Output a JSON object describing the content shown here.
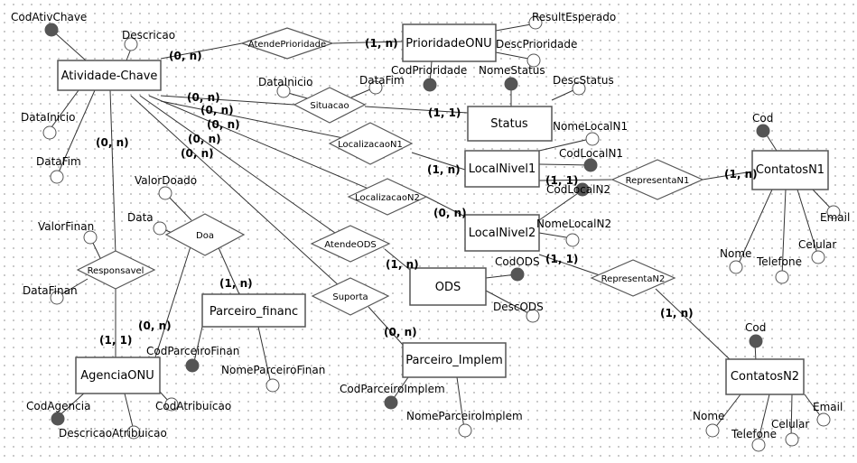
{
  "entities": {
    "atividade": "Atividade-Chave",
    "prioridade": "PrioridadeONU",
    "status": "Status",
    "localnivel1": "LocalNivel1",
    "localnivel2": "LocalNivel2",
    "contatosn1": "ContatosN1",
    "contatosn2": "ContatosN2",
    "ods": "ODS",
    "parceiro_financ": "Parceiro_financ",
    "parceiro_implem": "Parceiro_Implem",
    "agenciaonu": "AgenciaONU"
  },
  "relationships": {
    "atende_prioridade": "AtendePrioridade",
    "situacao": "Situacao",
    "localizacao_n1": "LocalizacaoN1",
    "localizacao_n2": "LocalizacaoN2",
    "atende_ods": "AtendeODS",
    "suporta": "Suporta",
    "doa": "Doa",
    "responsavel": "Responsavel",
    "representa_n1": "RepresentaN1",
    "representa_n2": "RepresentaN2"
  },
  "attributes": {
    "cod_ativ_chave": "CodAtivChave",
    "descricao": "Descricao",
    "data_inicio_ativ": "DataInicio",
    "data_fim_ativ": "DataFim",
    "data_inicio_sit": "DataInicio",
    "data_fim_sit": "DataFim",
    "result_esperado": "ResultEsperado",
    "desc_prioridade": "DescPrioridade",
    "cod_prioridade": "CodPrioridade",
    "nome_status": "NomeStatus",
    "desc_status": "DescStatus",
    "nome_local_n1": "NomeLocalN1",
    "cod_local_n1": "CodLocalN1",
    "cod_local_n2": "CodLocalN2",
    "nome_local_n2": "NomeLocalN2",
    "cod_n1": "Cod",
    "email_n1": "Email",
    "celular_n1": "Celular",
    "telefone_n1": "Telefone",
    "nome_n1": "Nome",
    "cod_n2": "Cod",
    "email_n2": "Email",
    "celular_n2": "Celular",
    "telefone_n2": "Telefone",
    "nome_n2": "Nome",
    "cod_ods": "CodODS",
    "desc_ods": "DescODS",
    "valor_doado": "ValorDoado",
    "data_doa": "Data",
    "valor_finan": "ValorFinan",
    "data_finan": "DataFinan",
    "cod_parceiro_finan": "CodParceiroFinan",
    "nome_parceiro_finan": "NomeParceiroFinan",
    "cod_parceiro_implem": "CodParceiroImplem",
    "nome_parceiro_implem": "NomeParceiroImplem",
    "cod_agencia": "CodAgencia",
    "descricao_atribuicao": "DescricaoAtribuicao",
    "cod_atribuicao": "CodAtribuicao"
  },
  "cardinalities": {
    "ativ_atende_prioridade": "(0, n)",
    "prioridade_atende": "(1, n)",
    "ativ_situacao": "(0, n)",
    "status_situacao": "(1, 1)",
    "ativ_loc_n1": "(0, n)",
    "loc_n1_loc": "(1, n)",
    "ativ_loc_n2": "(0, n)",
    "loc_n2_loc": "(0, n)",
    "ativ_atende_ods": "(0, n)",
    "ods_atende": "(1, n)",
    "ativ_suporta": "(0, n)",
    "implem_suporta": "(0, n)",
    "ativ_responsavel": "(0, n)",
    "agencia_responsavel": "(1, 1)",
    "agencia_doa": "(0, n)",
    "financ_doa": "(1, n)",
    "n1_representa": "(1, 1)",
    "contatos_n1_representa": "(1, n)",
    "n2_representa": "(1, 1)",
    "contatos_n2_representa": "(1, n)"
  }
}
